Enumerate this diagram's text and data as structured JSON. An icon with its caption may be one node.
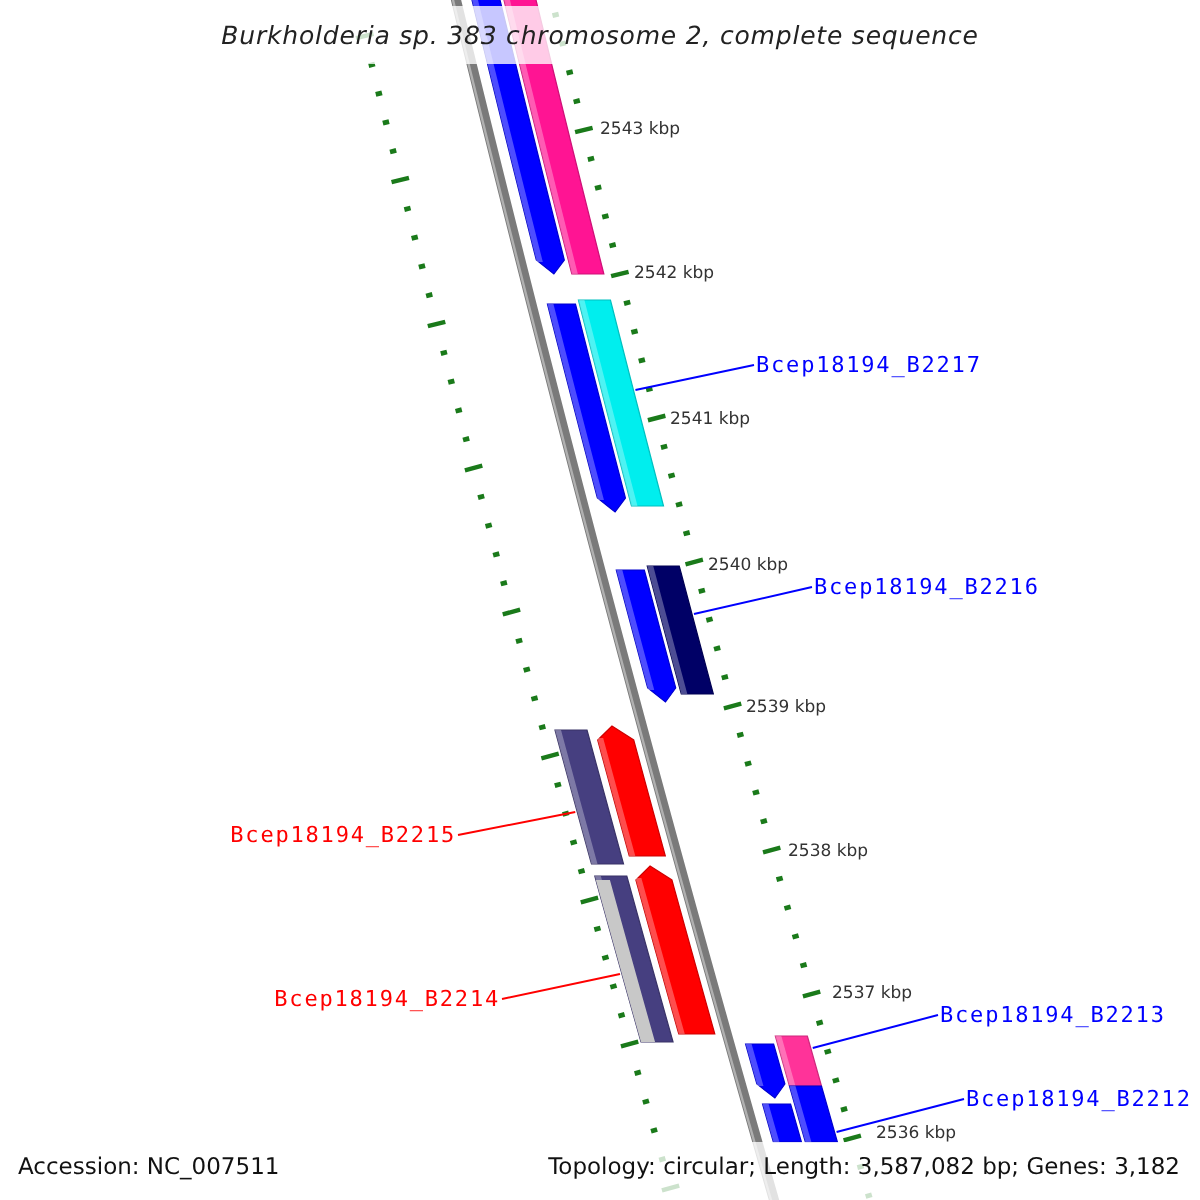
{
  "diagram": {
    "title": "Burkholderia sp. 383 chromosome 2, complete sequence",
    "nodes": [
      {
        "text": [
          "Bcep18194_B2217"
        ]
      },
      {
        "text": [],
        "shape": "bar"
      },
      {
        "text": [
          "Bcep18194_B2216"
        ]
      },
      {
        "text": [],
        "shape": "bar"
      },
      {
        "text": [
          "Bcep18194_B2215"
        ]
      },
      {
        "text": [],
        "shape": "bar"
      },
      {
        "text": [
          "Bcep18194_B2214"
        ]
      },
      {
        "text": [],
        "shape": "bar"
      },
      {
        "text": [
          "Bcep18194_B2213"
        ]
      },
      {
        "text": [],
        "shape": "bar"
      },
      {
        "text": [
          "Bcep18194_B2212"
        ]
      },
      {
        "text": [],
        "shape": "bar"
      }
    ],
    "edges": [
      {
        "from": 0,
        "to": 1,
        "arrow": "none"
      },
      {
        "from": 2,
        "to": 3,
        "arrow": "none"
      },
      {
        "from": 4,
        "to": 5,
        "arrow": "none",
        "color": "#ff0000"
      },
      {
        "from": 6,
        "to": 7,
        "arrow": "none",
        "color": "#ff0000"
      },
      {
        "from": 8,
        "to": 9,
        "arrow": "none"
      },
      {
        "from": 10,
        "to": 11,
        "arrow": "none"
      }
    ],
    "labels": [
      "2543 kbp",
      "2542 kbp",
      "2541 kbp",
      "2540 kbp",
      "2539 kbp",
      "2538 kbp",
      "2537 kbp",
      "2536 kbp",
      "Accession: NC_007511",
      "Topology: circular; Length: 3,587,082 bp; Genes: 3,182"
    ]
  }
}
